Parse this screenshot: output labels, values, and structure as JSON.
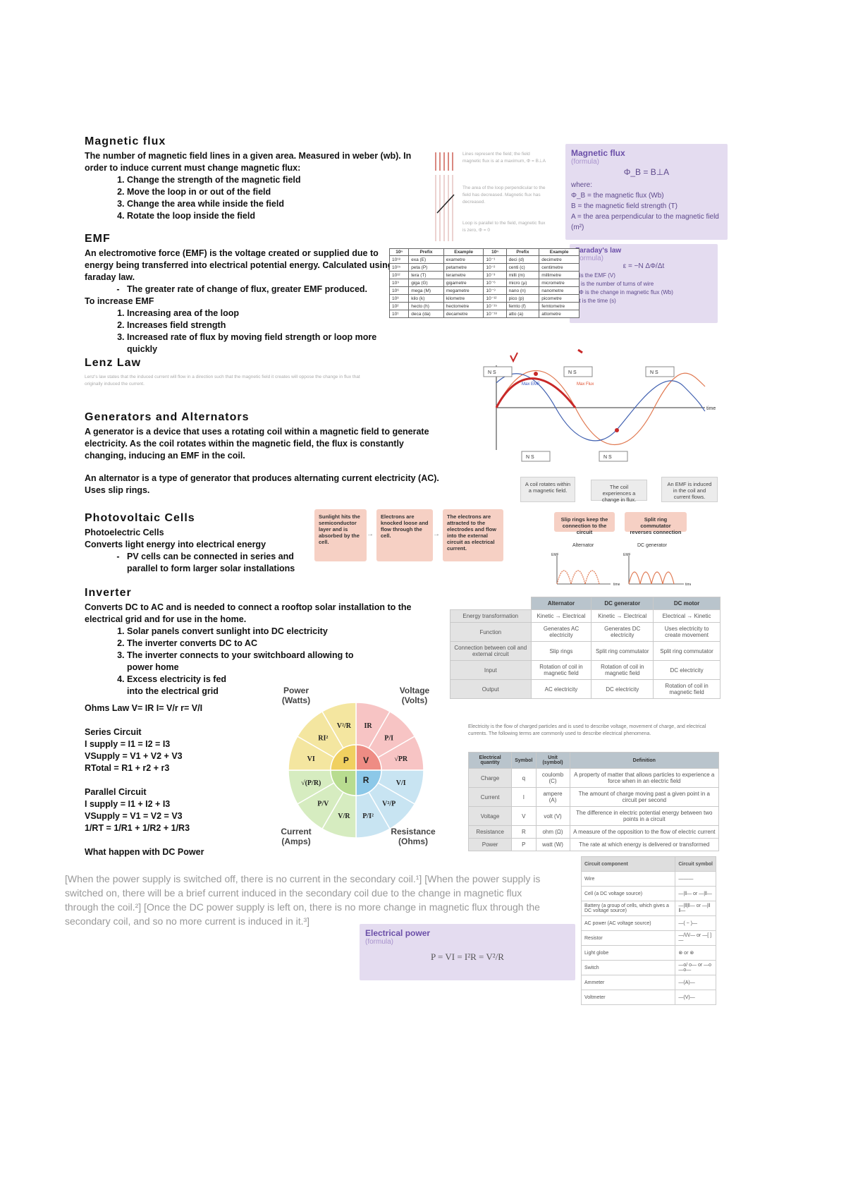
{
  "magnetic_flux": {
    "heading": "Magnetic flux",
    "text": "The number of magnetic field lines in a given area. Measured in weber (wb). In order to induce current must change magnetic flux:",
    "steps": [
      "Change the strength of the magnetic field",
      "Move the loop in or out of the field",
      "Change the area while inside the field",
      "Rotate the loop inside the field"
    ]
  },
  "emf": {
    "heading": "EMF",
    "text": "An electromotive force (EMF) is the voltage created or supplied due to energy being transferred into electrical potential energy. Calculated using faraday law.",
    "bullet": "The greater rate of change of flux, greater EMF produced.",
    "increase_title": "To increase EMF",
    "increase_steps": [
      "Increasing area of the loop",
      "Increases field strength",
      "Increased rate of flux by moving field strength or loop more quickly"
    ]
  },
  "lenz": {
    "heading": "Lenz Law",
    "text": "Lenz's law states that the induced current will flow in a direction such that the magnetic field it creates will oppose the change in flux that originally induced the current."
  },
  "generators": {
    "heading": "Generators and Alternators",
    "text1": "A generator is a device that uses a rotating coil within a magnetic field to generate electricity. As the coil rotates within the magnetic field, the flux is constantly changing, inducing an EMF in the coil.",
    "text2": "An alternator is a type of generator that produces alternating current electricity (AC). Uses slip rings."
  },
  "photovoltaic": {
    "heading": "Photovoltaic Cells",
    "line1": "Photoelectric Cells",
    "line2": "Converts light energy into electrical energy",
    "bullet": "PV cells can be connected in series and parallel to form larger solar installations"
  },
  "inverter": {
    "heading": "Inverter",
    "text": "Converts DC to AC and is needed to connect a rooftop solar installation to the electrical grid and for use in the home.",
    "steps": [
      "Solar panels convert sunlight into DC electricity",
      "The inverter converts DC to AC",
      "The inverter connects to your switchboard allowing to power home",
      "Excess electricity is fed into the electrical grid"
    ]
  },
  "circuits": {
    "ohms": "Ohms Law V= IR  I= V/r     r= V/I",
    "series_title": "Series Circuit",
    "series_lines": [
      "I supply = I1 = I2 = I3",
      "VSupply = V1 + V2 + V3",
      "RTotal = R1 + r2 + r3"
    ],
    "parallel_title": "Parallel Circuit",
    "parallel_lines": [
      "I supply = I1 + I2 + I3",
      "VSupply = V1 = V2 = V3",
      "1/RT = 1/R1 + 1/R2 + 1/R3"
    ],
    "dc_question": "What happen with DC Power"
  },
  "dc_answer": "[When the power supply is switched off, there is no current in the secondary coil.¹] [When the power supply is switched on, there will be a brief current induced in the secondary coil due to the change in magnetic flux through the coil.²] [Once the DC power supply is left on, there is no more change in magnetic flux through the secondary coil, and so no more current is induced in it.³]",
  "flux_box": {
    "title": "Magnetic flux",
    "sub": "(formula)",
    "formula": "Φ_B = B⊥A",
    "where": "where:",
    "items": [
      "Φ_B = the magnetic flux (Wb)",
      "B = the magnetic field strength (T)",
      "A = the area perpendicular to the magnetic field (m²)"
    ]
  },
  "faraday_box": {
    "title": "Faraday's law",
    "sub": "(formula)",
    "formula": "ε = −N ΔΦ/Δt",
    "items": [
      "ε is the EMF (V)",
      "N is the number of turns of wire",
      "ΔΦ is the change in magnetic flux (Wb)",
      "Δt is the time (s)"
    ]
  },
  "field_note": {
    "text1": "Lines represent the field; the field magnetic flux is at a maximum, Φ = B⊥A",
    "text2": "The area of the loop perpendicular to the field has decreased. Magnetic flux has decreased.",
    "text3": "Loop is parallel to the field, magnetic flux is zero, Φ = 0"
  },
  "prefix_table": {
    "headers": [
      "10ⁿ",
      "Prefix",
      "Example",
      "10ⁿ",
      "Prefix",
      "Example"
    ],
    "rows": [
      [
        "10¹⁸",
        "exa (E)",
        "exametre",
        "10⁻¹",
        "deci (d)",
        "decimetre"
      ],
      [
        "10¹⁵",
        "peta (P)",
        "petametre",
        "10⁻²",
        "centi (c)",
        "centimetre"
      ],
      [
        "10¹²",
        "tera (T)",
        "terametre",
        "10⁻³",
        "milli (m)",
        "millimetre"
      ],
      [
        "10⁹",
        "giga (G)",
        "gigametre",
        "10⁻⁶",
        "micro (μ)",
        "micrometre"
      ],
      [
        "10⁶",
        "mega (M)",
        "megametre",
        "10⁻⁹",
        "nano (n)",
        "nanometre"
      ],
      [
        "10³",
        "kilo (k)",
        "kilometre",
        "10⁻¹²",
        "pico (p)",
        "picometre"
      ],
      [
        "10²",
        "hecto (h)",
        "hectometre",
        "10⁻¹⁵",
        "femto (f)",
        "femtometre"
      ],
      [
        "10¹",
        "deca (da)",
        "decametre",
        "10⁻¹⁸",
        "atto (a)",
        "attometre"
      ]
    ]
  },
  "wave": {
    "label_emf": "Max EMF",
    "label_flux": "Max Flux",
    "axis": "time",
    "magnet": "N  S"
  },
  "flow_pv": [
    "Sunlight hits the semiconductor layer and is absorbed by the cell.",
    "Electrons are knocked loose and flow through the cell.",
    "The electrons are attracted to the electrodes and flow into the external circuit as electrical current."
  ],
  "flow_gen": {
    "top": [
      "A coil rotates within a magnetic field.",
      "The coil experiences a change in flux.",
      "An EMF is induced in the coil and current flows."
    ],
    "mid": [
      "Slip rings keep the connection to the circuit",
      "Split ring commutator reverses connection"
    ],
    "labels": [
      "Alternator",
      "DC generator"
    ],
    "axis_y": "EMF",
    "axis_x": "time"
  },
  "compare_table": {
    "headers": [
      "",
      "Alternator",
      "DC generator",
      "DC motor"
    ],
    "rows": [
      [
        "Energy transformation",
        "Kinetic → Electrical",
        "Kinetic → Electrical",
        "Electrical → Kinetic"
      ],
      [
        "Function",
        "Generates AC electricity",
        "Generates DC electricity",
        "Uses electricity to create movement"
      ],
      [
        "Connection between coil and external circuit",
        "Slip rings",
        "Split ring commutator",
        "Split ring commutator"
      ],
      [
        "Input",
        "Rotation of coil in magnetic field",
        "Rotation of coil in magnetic field",
        "DC electricity"
      ],
      [
        "Output",
        "AC electricity",
        "DC electricity",
        "Rotation of coil in magnetic field"
      ]
    ]
  },
  "power_wheel": {
    "power": "Power",
    "power_unit": "(Watts)",
    "voltage": "Voltage",
    "voltage_unit": "(Volts)",
    "current": "Current",
    "current_unit": "(Amps)",
    "resistance": "Resistance",
    "resistance_unit": "(Ohms)",
    "center": [
      "P",
      "V",
      "R",
      "I"
    ],
    "outer": [
      "V²/R",
      "IR",
      "P/I",
      "√PR",
      "V/I",
      "V²/P",
      "P/I²",
      "V/R",
      "P/V",
      "√(P/R)",
      "VI",
      "RI²"
    ],
    "colors": {
      "power": "#f4e6a0",
      "voltage": "#f7c4c4",
      "resistance": "#c8e4f2",
      "current": "#d6ecc0",
      "power_c": "#f0d060",
      "voltage_c": "#ee8c84",
      "resistance_c": "#8cc8e8",
      "current_c": "#b8dc90"
    }
  },
  "electricity_note": "Electricity is the flow of charged particles and is used to describe voltage, movement of charge, and electrical currents. The following terms are commonly used to describe electrical phenomena.",
  "quantity_table": {
    "headers": [
      "Electrical quantity",
      "Symbol",
      "Unit (symbol)",
      "Definition"
    ],
    "rows": [
      [
        "Charge",
        "q",
        "coulomb (C)",
        "A property of matter that allows particles to experience a force when in an electric field"
      ],
      [
        "Current",
        "I",
        "ampere (A)",
        "The amount of charge moving past a given point in a circuit per second"
      ],
      [
        "Voltage",
        "V",
        "volt (V)",
        "The difference in electric potential energy between two points in a circuit"
      ],
      [
        "Resistance",
        "R",
        "ohm (Ω)",
        "A measure of the opposition to the flow of electric current"
      ],
      [
        "Power",
        "P",
        "watt (W)",
        "The rate at which energy is delivered or transformed"
      ]
    ]
  },
  "power_box": {
    "title": "Electrical power",
    "sub": "(formula)",
    "formula": "P = VI = I²R = V²/R"
  },
  "symbol_table": {
    "headers": [
      "Circuit component",
      "Circuit symbol"
    ],
    "rows": [
      [
        "Wire",
        "———"
      ],
      [
        "Cell (a DC voltage source)",
        "—|‖— or —|‖—"
      ],
      [
        "Battery (a group of cells, which gives a DC voltage source)",
        "—|‖|‖— or —|‖ ‖—"
      ],
      [
        "AC power (AC voltage source)",
        "—( ~ )—"
      ],
      [
        "Resistor",
        "—/\\/\\/— or —[ ]—"
      ],
      [
        "Light globe",
        "⊗ or ⊗"
      ],
      [
        "Switch",
        "—o/ o— or —o—o—"
      ],
      [
        "Ammeter",
        "—(A)—"
      ],
      [
        "Voltmeter",
        "—(V)—"
      ]
    ]
  }
}
